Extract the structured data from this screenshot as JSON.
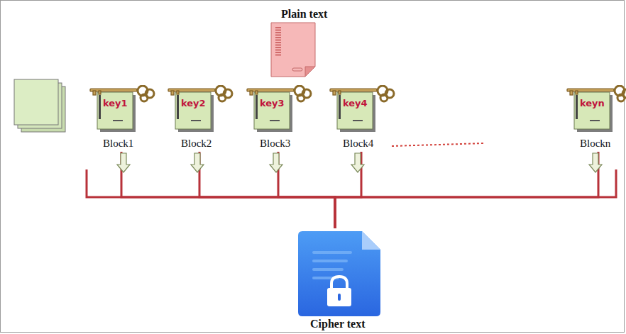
{
  "diagram": {
    "nodes": [
      {
        "text": [
          "Plain text"
        ]
      },
      {
        "text": [
          "key1",
          "Block1"
        ]
      },
      {
        "text": [
          "key2",
          "Block2"
        ]
      },
      {
        "text": [
          "key3",
          "Block3"
        ]
      },
      {
        "text": [
          "key4",
          "Block4"
        ]
      },
      {
        "text": [
          "keyn",
          "Blockn"
        ]
      },
      {
        "text": [
          "Cipher text"
        ]
      }
    ],
    "edges": [
      {
        "from": 1,
        "to": 6,
        "arrow": "none"
      },
      {
        "from": 2,
        "to": 6,
        "arrow": "none"
      },
      {
        "from": 3,
        "to": 6,
        "arrow": "none"
      },
      {
        "from": 4,
        "to": 6,
        "arrow": "none"
      },
      {
        "from": 5,
        "to": 6,
        "arrow": "none"
      }
    ]
  }
}
